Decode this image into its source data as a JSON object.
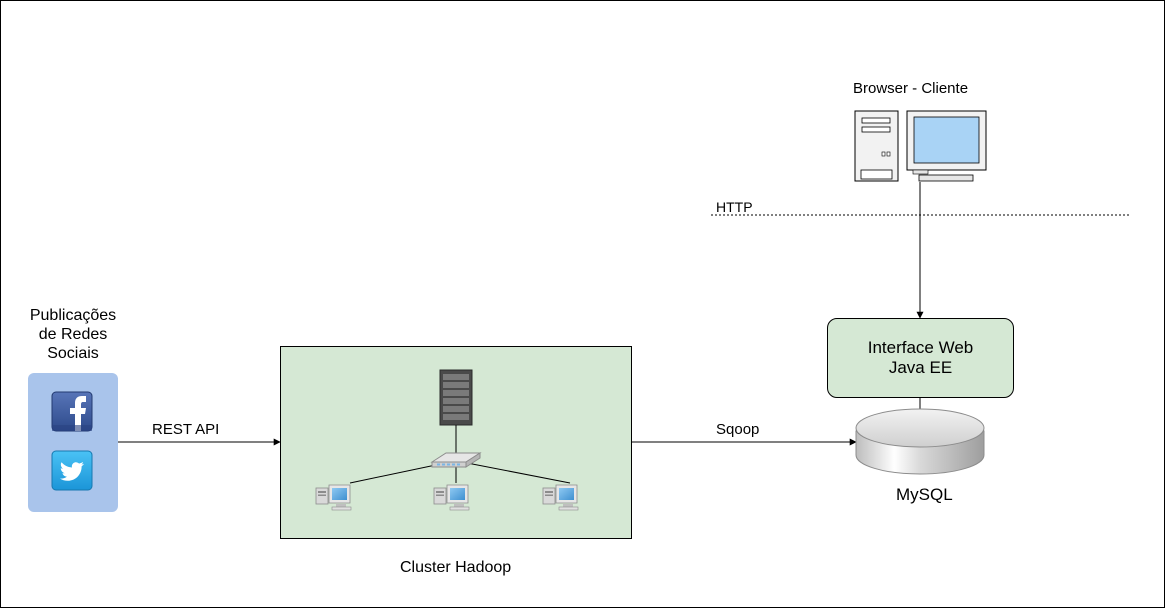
{
  "social": {
    "title_line1": "Publicações",
    "title_line2": "de Redes",
    "title_line3": "Sociais",
    "icons": [
      "facebook-logo",
      "twitter-logo"
    ]
  },
  "edges": {
    "rest_api": "REST API",
    "sqoop": "Sqoop",
    "http": "HTTP"
  },
  "cluster": {
    "label": "Cluster Hadoop",
    "icons": [
      "server-rack-icon",
      "network-hub-icon",
      "workstation-icon",
      "workstation-icon",
      "workstation-icon"
    ]
  },
  "client": {
    "label": "Browser - Cliente",
    "icons": [
      "desktop-tower-icon",
      "monitor-icon"
    ]
  },
  "web": {
    "line1": "Interface Web",
    "line2": "Java EE"
  },
  "database": {
    "label": "MySQL",
    "icon": "database-cylinder-icon"
  },
  "colors": {
    "green_fill": "#d5e8d4",
    "blue_fill": "#a9c4eb"
  }
}
